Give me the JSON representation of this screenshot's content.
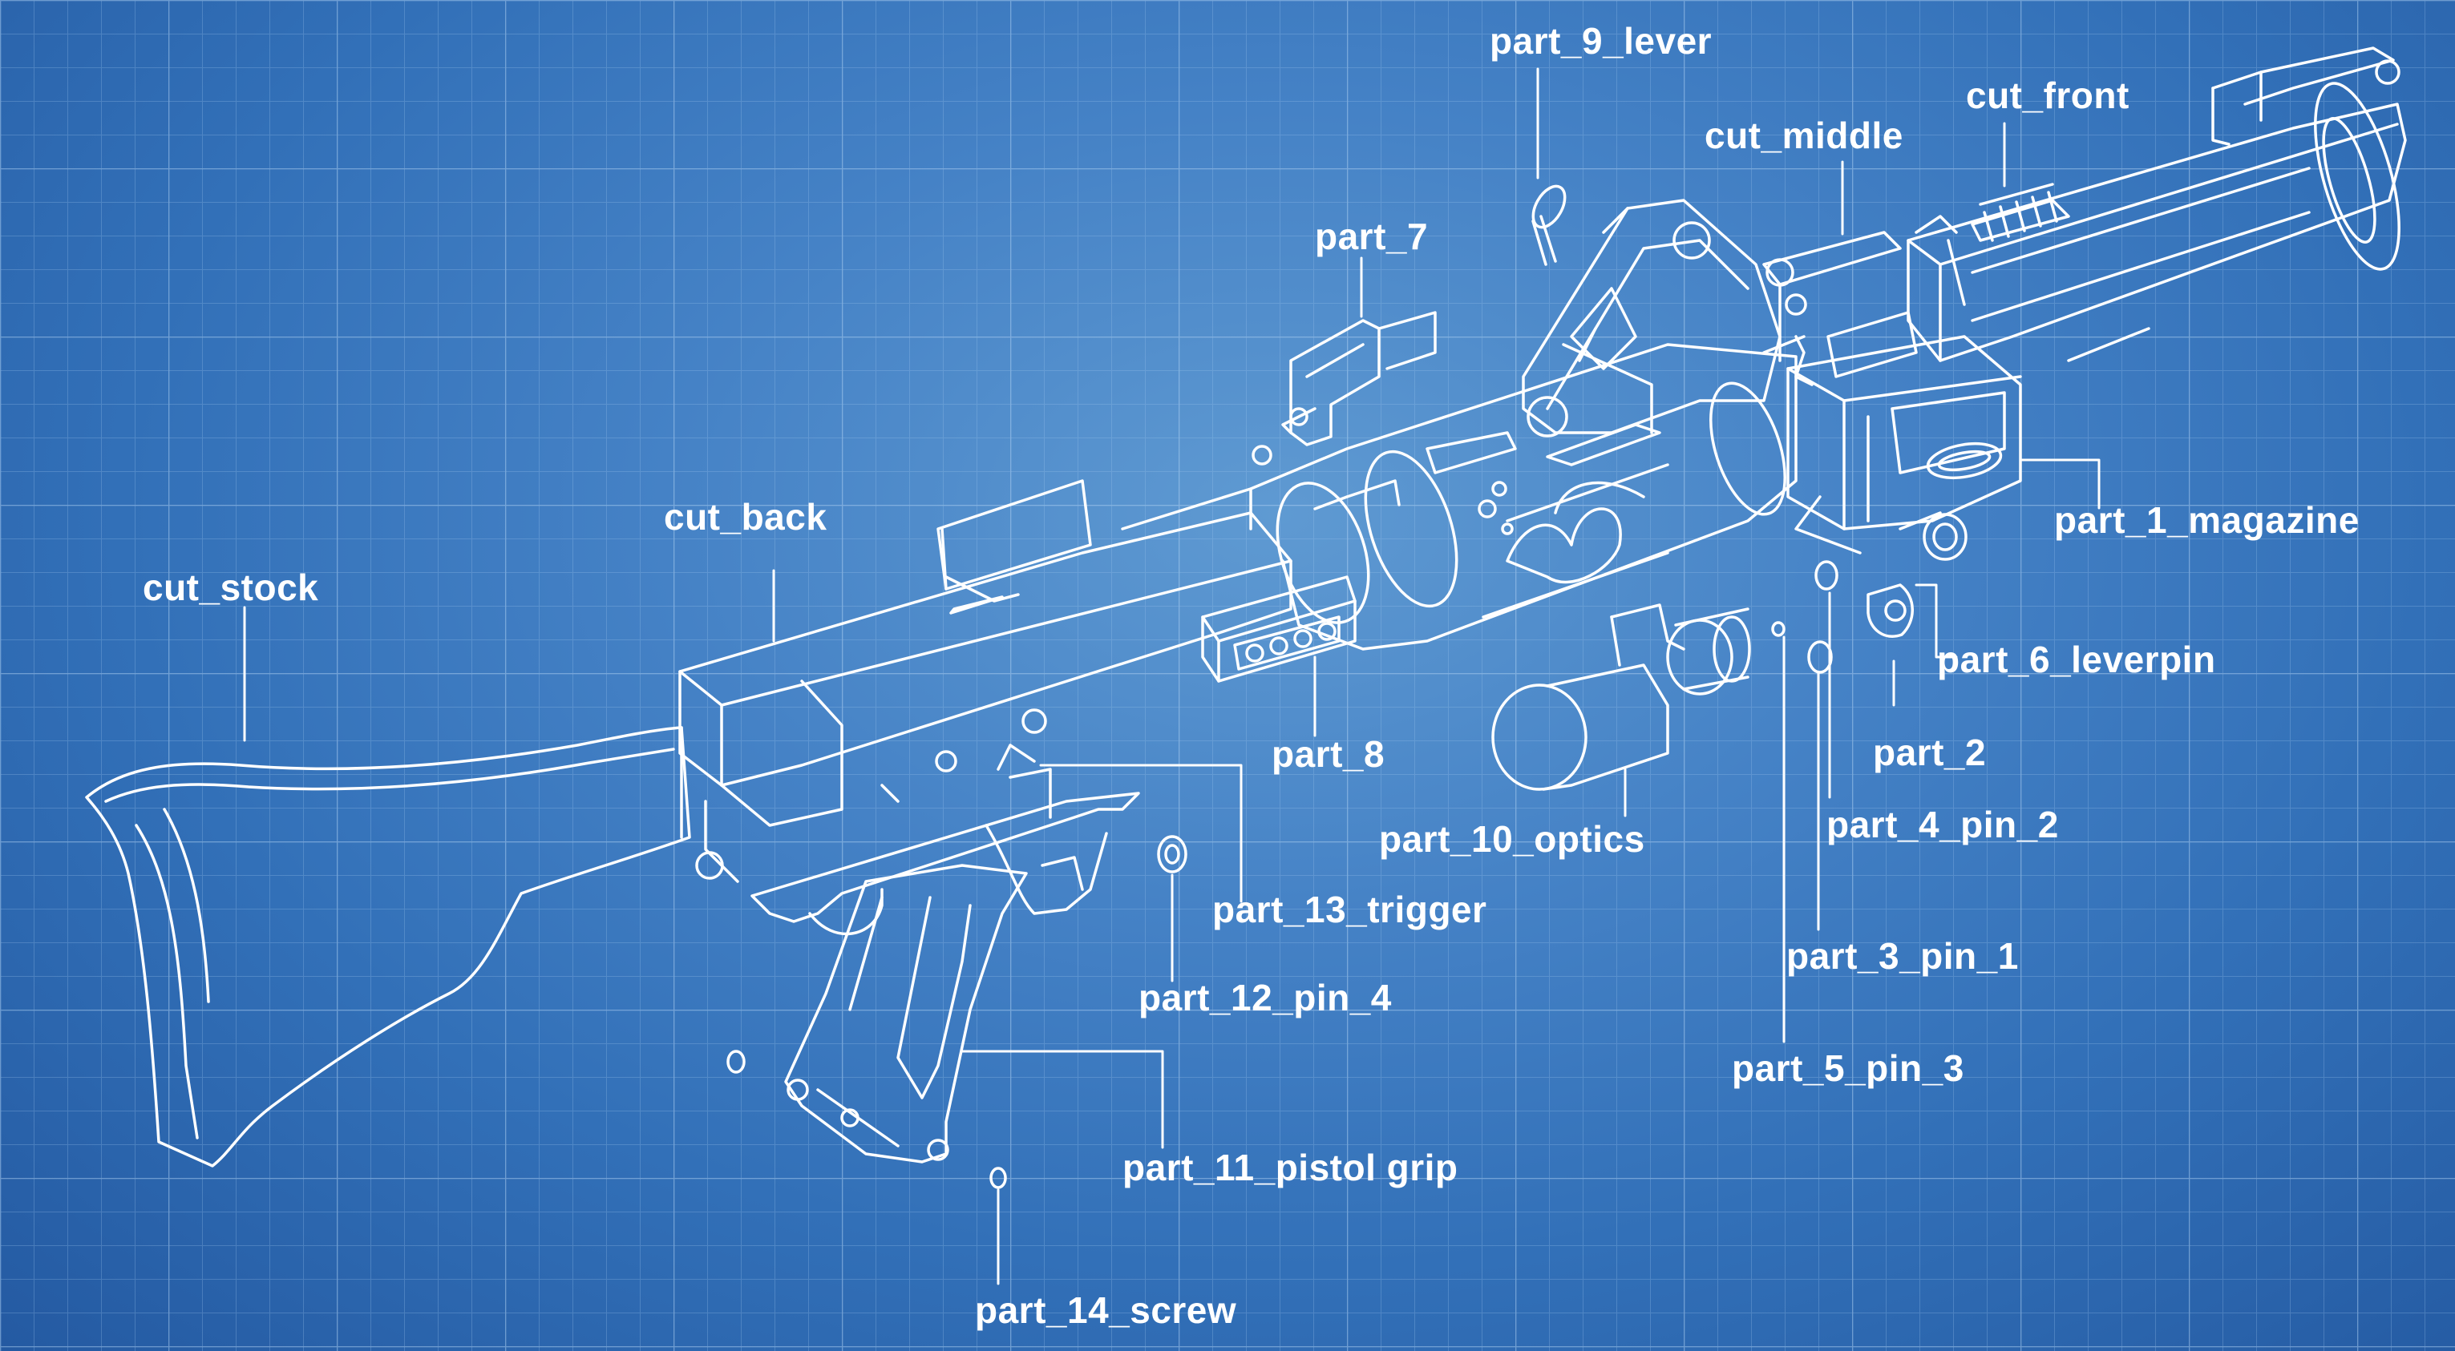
{
  "colors": {
    "background": "#3a76bd",
    "grid_line": "#8fb9e6",
    "linework": "#ffffff"
  },
  "labels": {
    "part_9_lever": "part_9_lever",
    "cut_front": "cut_front",
    "cut_middle": "cut_middle",
    "part_7": "part_7",
    "cut_back": "cut_back",
    "cut_stock": "cut_stock",
    "part_1_magazine": "part_1_magazine",
    "part_6_leverpin": "part_6_leverpin",
    "part_8": "part_8",
    "part_2": "part_2",
    "part_10_optics": "part_10_optics",
    "part_4_pin_2": "part_4_pin_2",
    "part_13_trigger": "part_13_trigger",
    "part_3_pin_1": "part_3_pin_1",
    "part_12_pin_4": "part_12_pin_4",
    "part_5_pin_3": "part_5_pin_3",
    "part_11_pistol_grip": "part_11_pistol grip",
    "part_14_screw": "part_14_screw"
  }
}
